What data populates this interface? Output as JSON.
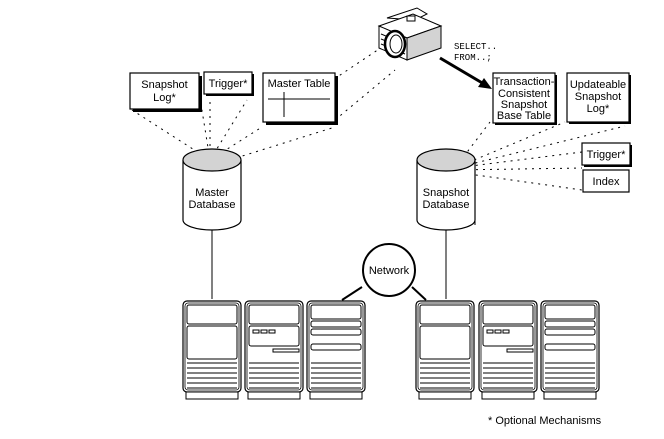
{
  "master_side": {
    "boxes": {
      "snapshot_log": [
        "Snapshot",
        "Log*"
      ],
      "trigger": [
        "Trigger*"
      ],
      "master_table": [
        "Master Table"
      ]
    },
    "database": [
      "Master",
      "Database"
    ]
  },
  "snapshot_side": {
    "boxes": {
      "base_table": [
        "Transaction-",
        "Consistent",
        "Snapshot",
        "Base Table"
      ],
      "updateable_log": [
        "Updateable",
        "Snapshot",
        "Log*"
      ],
      "trigger": [
        "Trigger*"
      ],
      "index": [
        "Index"
      ]
    },
    "database": [
      "Snapshot",
      "Database"
    ]
  },
  "query": [
    "SELECT..",
    "FROM..;"
  ],
  "camera_icon": "camera-icon",
  "network": "Network",
  "footnote": "* Optional Mechanisms",
  "colors": {
    "db_top": "#d3d3d3",
    "line": "#000000",
    "background": "#ffffff"
  }
}
